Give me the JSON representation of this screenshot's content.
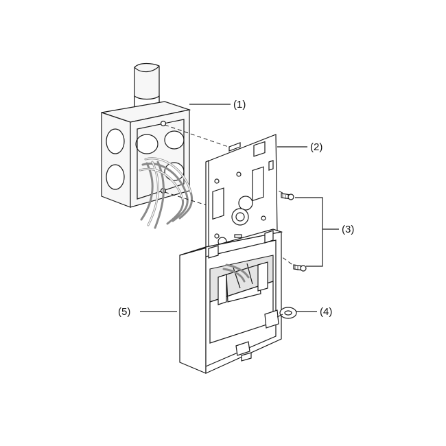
{
  "figure": {
    "background": "#ffffff",
    "line_color": "#1a1a1a",
    "callouts": [
      {
        "id": "c1",
        "label": "(1)"
      },
      {
        "id": "c2",
        "label": "(2)"
      },
      {
        "id": "c3",
        "label": "(3)"
      },
      {
        "id": "c4",
        "label": "(4)"
      },
      {
        "id": "c5",
        "label": "(5)"
      }
    ]
  }
}
